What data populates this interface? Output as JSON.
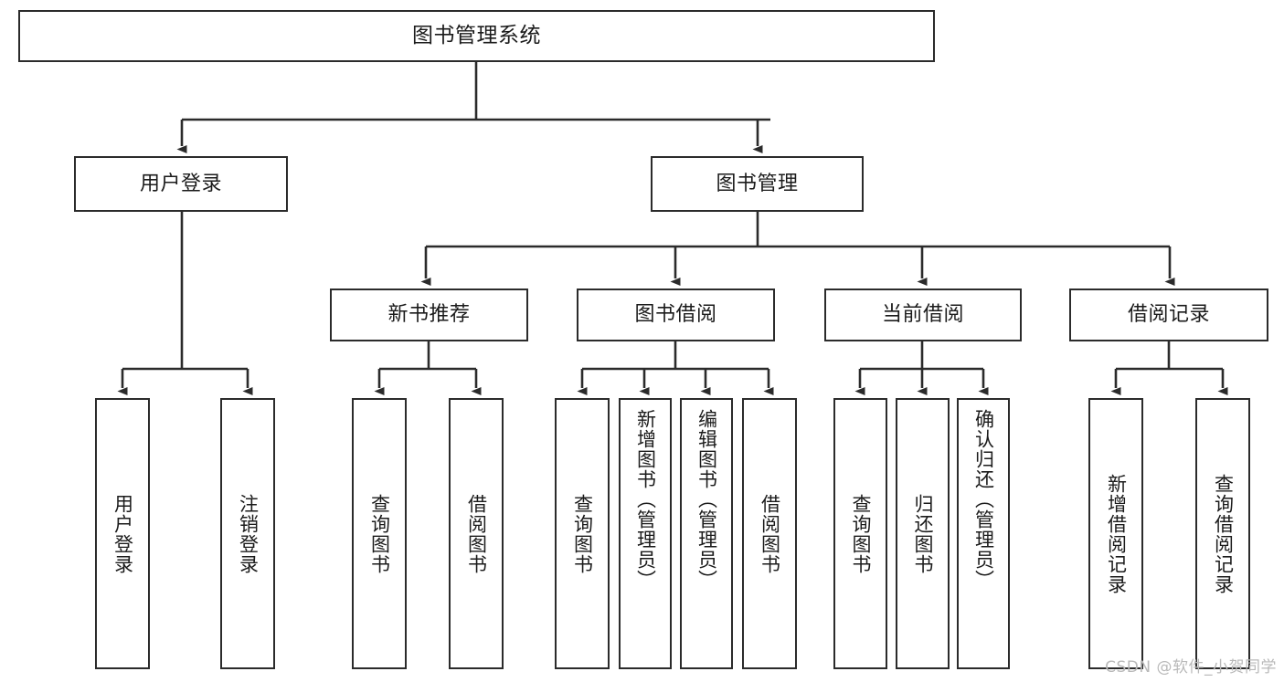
{
  "diagram": {
    "title": "图书管理系统",
    "watermark": "CSDN @软件_小贺同学",
    "colors": {
      "stroke": "#2b2b2b",
      "fill": "#ffffff",
      "text": "#1b1b1b",
      "watermark": "#b9b9b9"
    },
    "root": {
      "label": "图书管理系统"
    },
    "level2": [
      {
        "label": "用户登录"
      },
      {
        "label": "图书管理"
      }
    ],
    "level3": [
      {
        "label": "新书推荐"
      },
      {
        "label": "图书借阅"
      },
      {
        "label": "当前借阅"
      },
      {
        "label": "借阅记录"
      }
    ],
    "leaves": {
      "user_login": [
        {
          "label": "用户登录"
        },
        {
          "label": "注销登录"
        }
      ],
      "new_book_recommend": [
        {
          "label": "查询图书"
        },
        {
          "label": "借阅图书"
        }
      ],
      "book_borrow": [
        {
          "label": "查询图书"
        },
        {
          "label": "新增图书（管理员）"
        },
        {
          "label": "编辑图书（管理员）"
        },
        {
          "label": "借阅图书"
        }
      ],
      "current_borrow": [
        {
          "label": "查询图书"
        },
        {
          "label": "归还图书"
        },
        {
          "label": "确认归还（管理员）"
        }
      ],
      "borrow_record": [
        {
          "label": "新增借阅记录"
        },
        {
          "label": "查询借阅记录"
        }
      ]
    }
  }
}
